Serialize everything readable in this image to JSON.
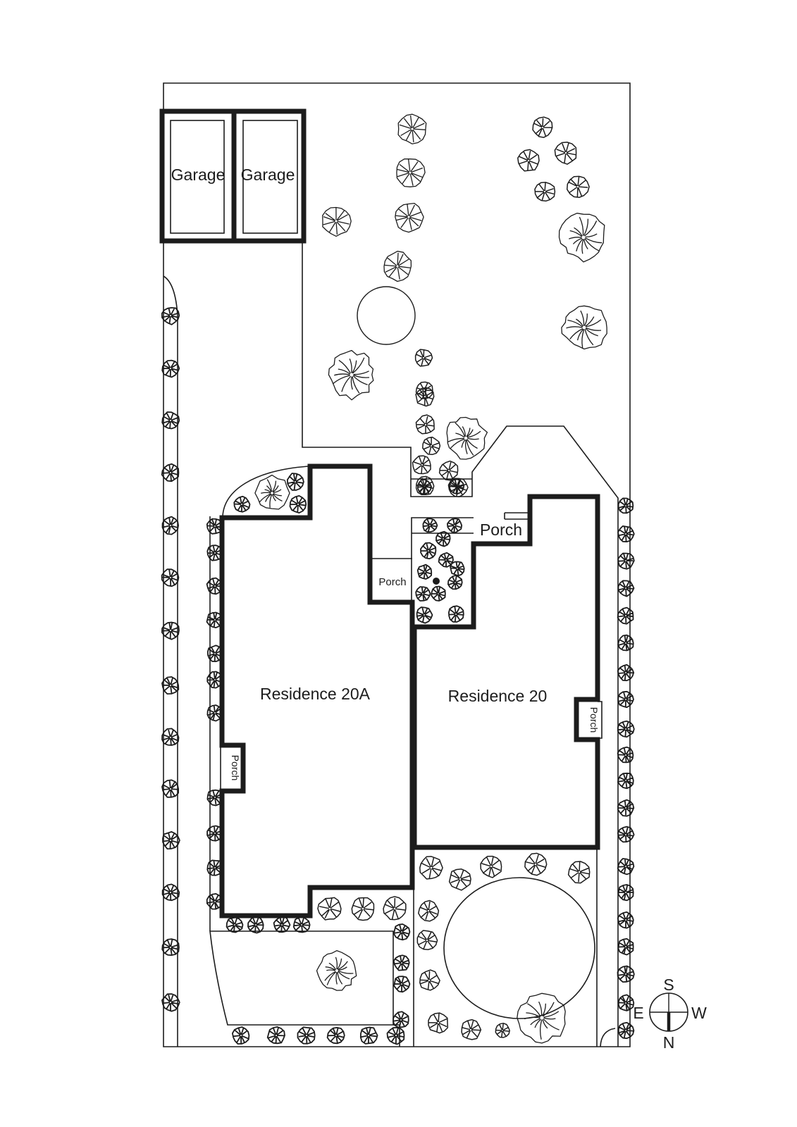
{
  "labels": {
    "garage_left": "Garage",
    "garage_right": "Garage",
    "residence_a": "Residence 20A",
    "residence_b": "Residence 20",
    "porch_front": "Porch",
    "porch_a_top": "Porch",
    "porch_a_west": "Porch",
    "porch_b_east": "Porch"
  },
  "compass": {
    "top": "S",
    "bottom": "N",
    "left": "E",
    "right": "W"
  },
  "colors": {
    "ink": "#1c1c1c",
    "paper": "#ffffff"
  },
  "trees": [
    [
      585,
      183,
      20,
      "med"
    ],
    [
      582,
      245,
      20,
      "med"
    ],
    [
      580,
      308,
      20,
      "med"
    ],
    [
      477,
      314,
      20,
      "med"
    ],
    [
      564,
      378,
      20,
      "med"
    ],
    [
      548,
      448,
      41,
      "circle"
    ],
    [
      828,
      337,
      32,
      "big"
    ],
    [
      829,
      465,
      31,
      "big"
    ],
    [
      499,
      532,
      32,
      "big"
    ],
    [
      661,
      622,
      29,
      "big"
    ],
    [
      386,
      700,
      23,
      "big"
    ],
    [
      478,
      1378,
      26,
      "big"
    ],
    [
      769,
      1445,
      33,
      "big"
    ],
    [
      770,
      181,
      14,
      "small"
    ],
    [
      750,
      228,
      15,
      "small"
    ],
    [
      803,
      217,
      15,
      "small"
    ],
    [
      773,
      272,
      14,
      "small"
    ],
    [
      820,
      265,
      15,
      "small"
    ],
    [
      601,
      508,
      12,
      "small"
    ],
    [
      602,
      554,
      12,
      "small"
    ],
    [
      603,
      563,
      13,
      "small"
    ],
    [
      604,
      603,
      13,
      "small"
    ],
    [
      612,
      633,
      12,
      "small"
    ],
    [
      599,
      660,
      13,
      "small"
    ],
    [
      603,
      690,
      13,
      "small"
    ],
    [
      637,
      668,
      13,
      "small"
    ],
    [
      650,
      692,
      13,
      "small"
    ],
    [
      468,
      1290,
      16,
      "small"
    ],
    [
      515,
      1290,
      16,
      "small"
    ],
    [
      560,
      1290,
      16,
      "small"
    ],
    [
      612,
      1232,
      16,
      "small"
    ],
    [
      653,
      1248,
      15,
      "small"
    ],
    [
      697,
      1230,
      15,
      "small"
    ],
    [
      760,
      1227,
      15,
      "small"
    ],
    [
      822,
      1238,
      15,
      "small"
    ],
    [
      608,
      1293,
      14,
      "small"
    ],
    [
      606,
      1335,
      14,
      "small"
    ],
    [
      609,
      1392,
      14,
      "small"
    ],
    [
      622,
      1452,
      14,
      "small"
    ],
    [
      668,
      1462,
      14,
      "small"
    ],
    [
      713,
      1463,
      10,
      "small"
    ],
    [
      343,
      716,
      11,
      "shrub"
    ],
    [
      419,
      684,
      12,
      "shrub"
    ],
    [
      423,
      716,
      12,
      "shrub"
    ],
    [
      602,
      691,
      10,
      "shrub"
    ],
    [
      648,
      691,
      10,
      "shrub"
    ],
    [
      610,
      746,
      10,
      "shrub"
    ],
    [
      645,
      746,
      10,
      "shrub"
    ],
    [
      629,
      765,
      10,
      "shrub"
    ],
    [
      608,
      782,
      11,
      "shrub"
    ],
    [
      633,
      795,
      10,
      "shrub"
    ],
    [
      649,
      807,
      10,
      "shrub"
    ],
    [
      603,
      812,
      10,
      "shrub"
    ],
    [
      646,
      827,
      10,
      "shrub"
    ],
    [
      600,
      843,
      10,
      "shrub"
    ],
    [
      622,
      843,
      10,
      "shrub"
    ],
    [
      602,
      873,
      11,
      "shrub"
    ],
    [
      647,
      872,
      11,
      "shrub"
    ],
    [
      619,
      825,
      5,
      "dot"
    ],
    [
      242,
      448,
      12,
      "shrub"
    ],
    [
      242,
      523,
      12,
      "shrub"
    ],
    [
      242,
      597,
      12,
      "shrub"
    ],
    [
      242,
      671,
      12,
      "shrub"
    ],
    [
      242,
      746,
      12,
      "shrub"
    ],
    [
      242,
      820,
      12,
      "shrub"
    ],
    [
      242,
      895,
      12,
      "shrub"
    ],
    [
      242,
      973,
      12,
      "shrub"
    ],
    [
      242,
      1047,
      12,
      "shrub"
    ],
    [
      242,
      1120,
      12,
      "shrub"
    ],
    [
      242,
      1193,
      12,
      "shrub"
    ],
    [
      242,
      1267,
      12,
      "shrub"
    ],
    [
      242,
      1345,
      12,
      "shrub"
    ],
    [
      242,
      1423,
      12,
      "shrub"
    ],
    [
      305,
      747,
      11,
      "shrub"
    ],
    [
      305,
      785,
      11,
      "shrub"
    ],
    [
      305,
      832,
      11,
      "shrub"
    ],
    [
      305,
      880,
      11,
      "shrub"
    ],
    [
      305,
      928,
      11,
      "shrub"
    ],
    [
      305,
      965,
      11,
      "shrub"
    ],
    [
      305,
      1012,
      11,
      "shrub"
    ],
    [
      305,
      1132,
      11,
      "shrub"
    ],
    [
      305,
      1183,
      11,
      "shrub"
    ],
    [
      305,
      1232,
      11,
      "shrub"
    ],
    [
      305,
      1280,
      11,
      "shrub"
    ],
    [
      888,
      718,
      11,
      "shrub"
    ],
    [
      888,
      758,
      11,
      "shrub"
    ],
    [
      888,
      796,
      11,
      "shrub"
    ],
    [
      888,
      835,
      11,
      "shrub"
    ],
    [
      888,
      874,
      11,
      "shrub"
    ],
    [
      888,
      913,
      11,
      "shrub"
    ],
    [
      888,
      955,
      11,
      "shrub"
    ],
    [
      888,
      993,
      11,
      "shrub"
    ],
    [
      888,
      1035,
      11,
      "shrub"
    ],
    [
      888,
      1072,
      11,
      "shrub"
    ],
    [
      888,
      1108,
      11,
      "shrub"
    ],
    [
      888,
      1147,
      11,
      "shrub"
    ],
    [
      888,
      1185,
      11,
      "shrub"
    ],
    [
      888,
      1230,
      11,
      "shrub"
    ],
    [
      888,
      1267,
      11,
      "shrub"
    ],
    [
      888,
      1306,
      11,
      "shrub"
    ],
    [
      888,
      1344,
      11,
      "shrub"
    ],
    [
      888,
      1383,
      11,
      "shrub"
    ],
    [
      888,
      1424,
      11,
      "shrub"
    ],
    [
      888,
      1463,
      11,
      "shrub"
    ],
    [
      333,
      1313,
      11,
      "shrub"
    ],
    [
      363,
      1313,
      11,
      "shrub"
    ],
    [
      400,
      1313,
      11,
      "shrub"
    ],
    [
      428,
      1313,
      11,
      "shrub"
    ],
    [
      342,
      1470,
      12,
      "shrub"
    ],
    [
      392,
      1470,
      12,
      "shrub"
    ],
    [
      435,
      1470,
      12,
      "shrub"
    ],
    [
      477,
      1470,
      12,
      "shrub"
    ],
    [
      523,
      1470,
      12,
      "shrub"
    ],
    [
      562,
      1470,
      12,
      "shrub"
    ],
    [
      570,
      1323,
      11,
      "shrub"
    ],
    [
      570,
      1367,
      11,
      "shrub"
    ],
    [
      570,
      1397,
      11,
      "shrub"
    ],
    [
      569,
      1448,
      11,
      "shrub"
    ]
  ]
}
